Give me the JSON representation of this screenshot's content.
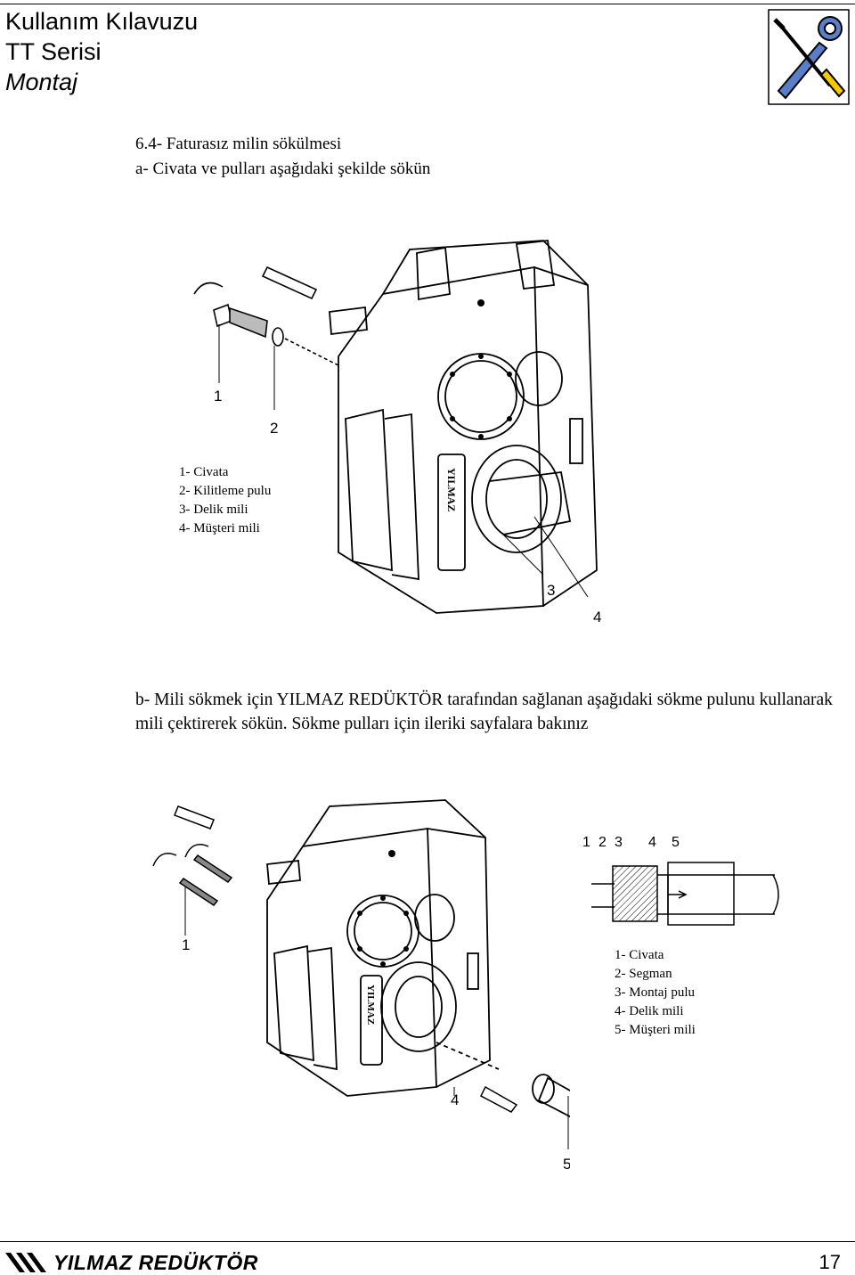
{
  "header": {
    "title": "Kullanım Kılavuzu",
    "series": "TT Serisi",
    "section": "Montaj",
    "icon": "tools-icon"
  },
  "content": {
    "heading": "6.4- Faturasız milin sökülmesi",
    "step_a": "a- Civata ve pulları aşağıdaki şekilde sökün",
    "step_b": "b- Mili sökmek için YILMAZ REDÜKTÖR tarafından sağlanan aşağıdaki sökme pulunu kullanarak mili çektirerek sökün. Sökme pulları için ileriki sayfalara bakınız"
  },
  "figure1": {
    "brand_text": "YILMAZ",
    "callouts": [
      "1",
      "2",
      "3",
      "4"
    ],
    "legend": [
      "1- Civata",
      "2- Kilitleme pulu",
      "3- Delik mili",
      "4- Müşteri mili"
    ]
  },
  "figure2": {
    "brand_text": "YILMAZ",
    "callouts": [
      "1",
      "4",
      "5"
    ]
  },
  "figure3": {
    "callouts": [
      "1",
      "2",
      "3",
      "4",
      "5"
    ],
    "legend": [
      "1- Civata",
      "2- Segman",
      "3- Montaj pulu",
      "4- Delik mili",
      "5- Müşteri mili"
    ]
  },
  "footer": {
    "brand": "YILMAZ REDÜKTÖR",
    "page": "17",
    "logo_icon": "yilmaz-logo-icon"
  }
}
